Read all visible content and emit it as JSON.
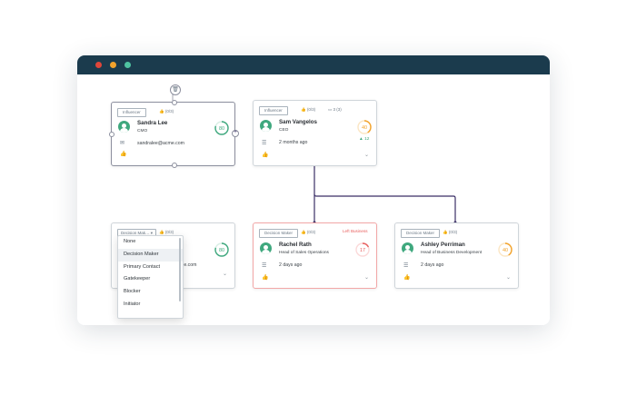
{
  "cards": {
    "sandra": {
      "tag": "Influencer",
      "likes": "(0/3)",
      "name": "Sandra Lee",
      "role": "CMO",
      "email": "sandralee@acme.com",
      "score": "80"
    },
    "sam": {
      "tag": "Influencer",
      "likes": "(0/3)",
      "tasks": "3 (3)",
      "name": "Sam Vangelos",
      "role": "CEO",
      "time": "2 months ago",
      "score": "40",
      "delta": "12"
    },
    "hidden": {
      "tag": "Decision Mak…",
      "likes": "(0/3)",
      "email_partial": "me.com",
      "score": "80"
    },
    "rachel": {
      "tag": "Decision Maker",
      "likes": "(0/3)",
      "status": "Left Business",
      "name": "Rachel Rath",
      "role": "Head of Sales Operations",
      "time": "2 days ago",
      "score": "17"
    },
    "ashley": {
      "tag": "Decision Maker",
      "likes": "(0/3)",
      "name": "Ashley Perriman",
      "role": "Head of Business Development",
      "time": "2 days ago",
      "score": "40"
    }
  },
  "dropdown": {
    "options": [
      "None",
      "Decision Maker",
      "Primary Contact",
      "Gatekeeper",
      "Blocker",
      "Initiator"
    ],
    "highlighted": "Decision Maker"
  },
  "colors": {
    "titlebar": "#1b3b4d",
    "connector": "#3b2f66",
    "green": "#3fa87e",
    "orange": "#f2a32c",
    "red": "#e8605f"
  }
}
